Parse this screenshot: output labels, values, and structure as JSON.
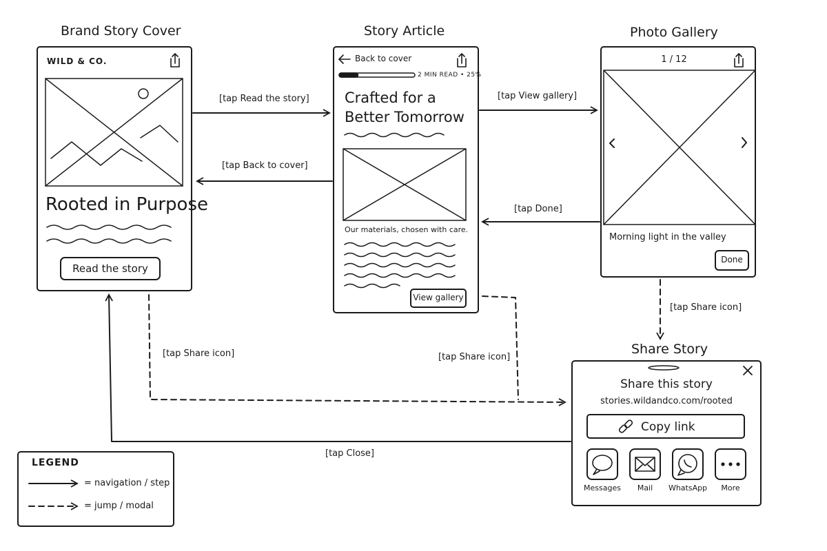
{
  "screens": {
    "cover": {
      "title": "Brand Story Cover",
      "brand": "WILD & CO.",
      "headline": "Rooted in Purpose",
      "cta": "Read the story"
    },
    "article": {
      "title": "Story Article",
      "back": "Back to cover",
      "progress": "2 MIN READ • 25%",
      "progress_value": 0.25,
      "headline_line1": "Crafted for a",
      "headline_line2": "Better Tomorrow",
      "caption": "Our materials, chosen with care.",
      "cta": "View gallery"
    },
    "gallery": {
      "title": "Photo Gallery",
      "counter": "1 / 12",
      "caption": "Morning light in the valley",
      "done": "Done"
    },
    "share": {
      "title": "Share Story",
      "heading": "Share this story",
      "url": "stories.wildandco.com/rooted",
      "copy": "Copy link",
      "apps": [
        {
          "label": "Messages",
          "icon": "speech-bubble-icon"
        },
        {
          "label": "Mail",
          "icon": "envelope-icon"
        },
        {
          "label": "WhatsApp",
          "icon": "whatsapp-icon"
        },
        {
          "label": "More",
          "icon": "more-dots-icon"
        }
      ]
    }
  },
  "transitions": {
    "read_story": "[tap Read the story]",
    "back_cover": "[tap Back to cover]",
    "view_gallery": "[tap View gallery]",
    "done": "[tap Done]",
    "share_gallery": "[tap Share icon]",
    "share_cover": "[tap Share icon]",
    "share_article": "[tap Share icon]",
    "close": "[tap Close]"
  },
  "legend": {
    "title": "LEGEND",
    "solid": "= navigation / step",
    "dashed": "= jump / modal"
  }
}
